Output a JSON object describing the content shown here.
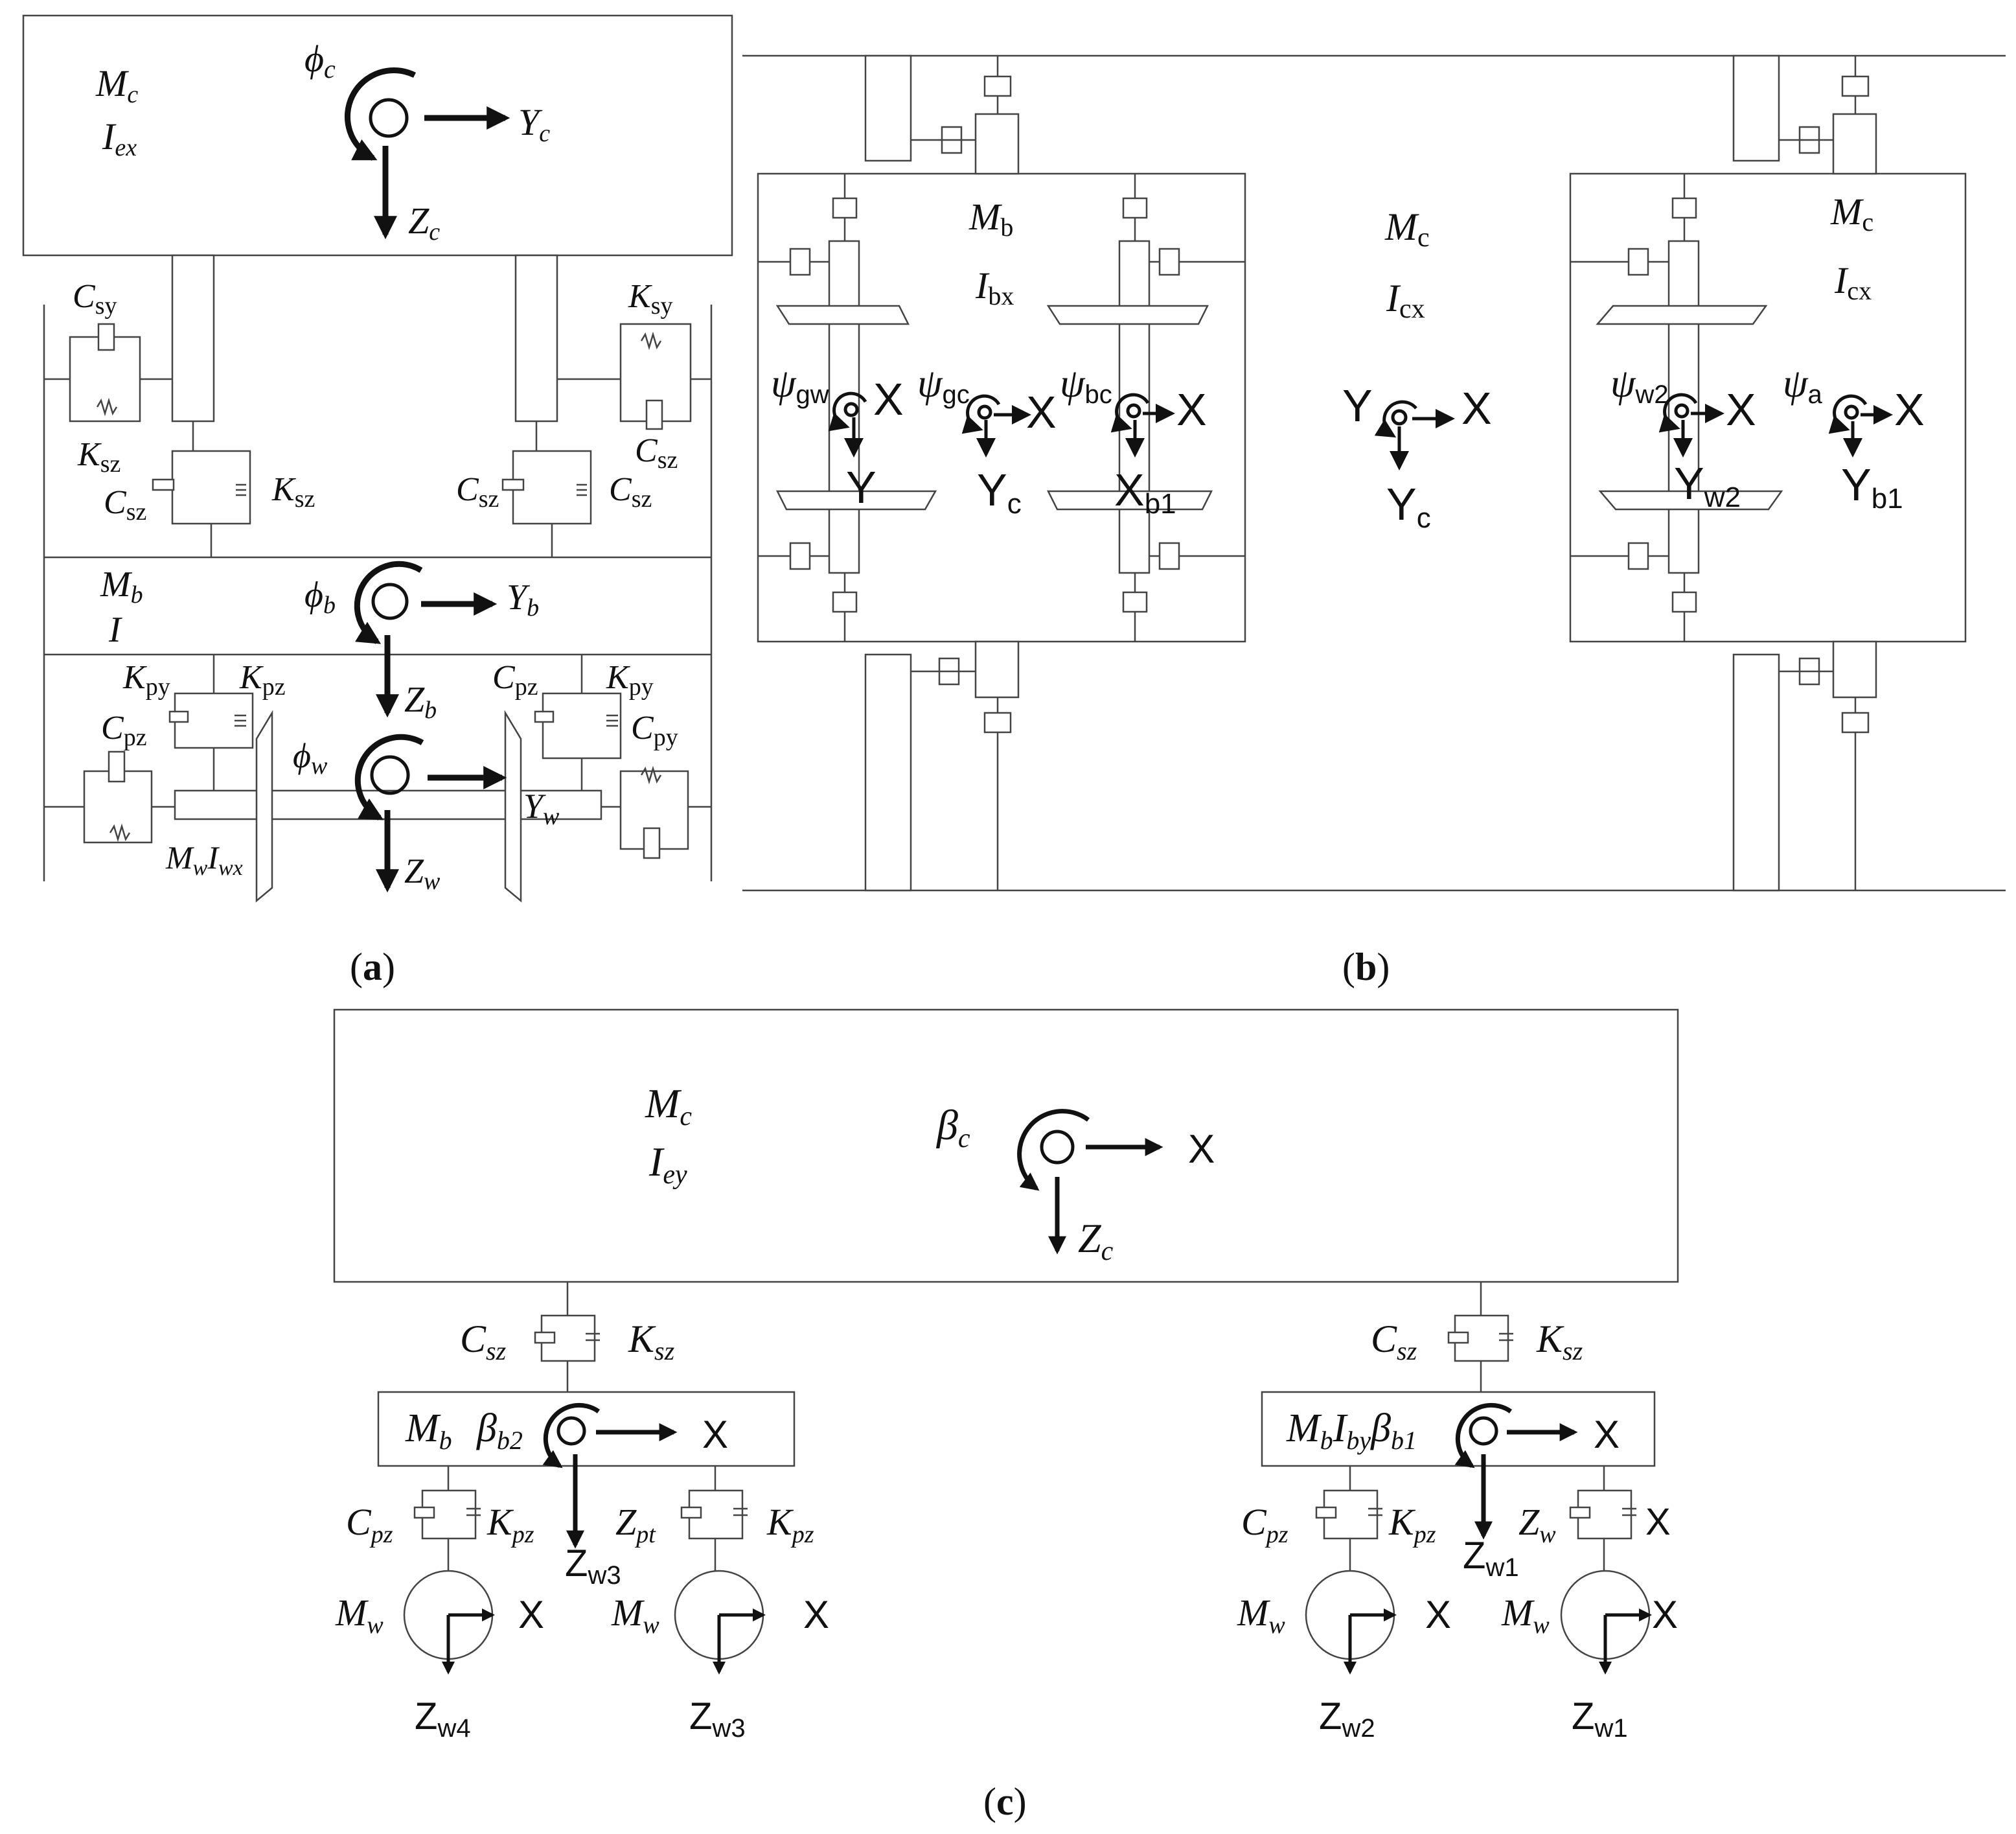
{
  "panel_a": {
    "caption_paren_open": "(",
    "caption_letter": "a",
    "caption_paren_close": ")",
    "car": {
      "mass_main": "M",
      "mass_sub": "c",
      "inertia_main": "I",
      "inertia_sub": "ex",
      "phi_main": "ϕ",
      "phi_sub": "c",
      "y_main": "Y",
      "y_sub": "c",
      "z_main": "Z",
      "z_sub": "c"
    },
    "secondary": {
      "c_sy": {
        "main": "C",
        "sub": "sy"
      },
      "k_sy": {
        "main": "K",
        "sub": "sy"
      },
      "k_sz_left_top": {
        "main": "K",
        "sub": "sz"
      },
      "c_sz_right_top": {
        "main": "C",
        "sub": "sz"
      },
      "c_sz_left": {
        "main": "C",
        "sub": "sz"
      },
      "k_sz_left": {
        "main": "K",
        "sub": "sz"
      },
      "c_sz_right_a": {
        "main": "C",
        "sub": "sz"
      },
      "c_sz_right_b": {
        "main": "C",
        "sub": "sz"
      }
    },
    "bogie": {
      "mass_main": "M",
      "mass_sub": "b",
      "inertia": "I",
      "phi_main": "ϕ",
      "phi_sub": "b",
      "y_main": "Y",
      "y_sub": "b",
      "z_main": "Z",
      "z_sub": "b"
    },
    "primary": {
      "k_py_left": {
        "main": "K",
        "sub": "py"
      },
      "k_pz_left": {
        "main": "K",
        "sub": "pz"
      },
      "c_pz_left": {
        "main": "C",
        "sub": "pz"
      },
      "c_pz_right": {
        "main": "C",
        "sub": "pz"
      },
      "k_py_right": {
        "main": "K",
        "sub": "py"
      },
      "c_py_right": {
        "main": "C",
        "sub": "py"
      }
    },
    "wheelset": {
      "label_m": "M",
      "label_m_sub": "w",
      "label_i": "I",
      "label_i_sub": "wx",
      "phi_main": "ϕ",
      "phi_sub": "w",
      "y_main": "Y",
      "y_sub": "w",
      "z_main": "Z",
      "z_sub": "w"
    }
  },
  "panel_b": {
    "caption_paren_open": "(",
    "caption_letter": "b",
    "caption_paren_close": ")",
    "left_bogie": {
      "mass_main": "M",
      "mass_sub": "b",
      "inertia_main": "I",
      "inertia_sub": "bx"
    },
    "car": {
      "mass_main": "M",
      "mass_sub": "c",
      "inertia_main": "I",
      "inertia_sub": "cx",
      "y_left": "Y",
      "x": "X",
      "y_bottom_main": "Y",
      "y_bottom_sub": "c"
    },
    "right_bogie": {
      "mass_main": "M",
      "mass_sub": "c",
      "inertia_main": "I",
      "inertia_sub": "cx"
    },
    "frames": [
      {
        "psi_main": "ψ",
        "psi_sub": "gw",
        "x": "X",
        "y_main": "Y",
        "y_sub": ""
      },
      {
        "psi_main": "ψ",
        "psi_sub": "gc",
        "x": "X",
        "y_main": "Y",
        "y_sub": "c"
      },
      {
        "psi_main": "ψ",
        "psi_sub": "bc",
        "x": "X",
        "y_main": "X",
        "y_sub": "b1"
      },
      {
        "psi_main": "ψ",
        "psi_sub": "w2",
        "x": "X",
        "y_main": "Y",
        "y_sub": "w2"
      },
      {
        "psi_main": "ψ",
        "psi_sub": "a",
        "x": "X",
        "y_main": "Y",
        "y_sub": "b1"
      }
    ]
  },
  "panel_c": {
    "caption_paren_open": "(",
    "caption_letter": "c",
    "caption_paren_close": ")",
    "car": {
      "mass_main": "M",
      "mass_sub": "c",
      "inertia_main": "I",
      "inertia_sub": "ey",
      "beta_main": "β",
      "beta_sub": "c",
      "x": "X",
      "z_main": "Z",
      "z_sub": "c"
    },
    "left_secondary": {
      "c_main": "C",
      "c_sub": "sz",
      "k_main": "K",
      "k_sub": "sz"
    },
    "right_secondary": {
      "c_main": "C",
      "c_sub": "sz",
      "k_main": "K",
      "k_sub": "sz"
    },
    "left_bogie": {
      "mass_main": "M",
      "mass_sub": "b",
      "beta_main": "β",
      "beta_sub": "b2",
      "x": "X",
      "z_main": "Z",
      "z_sub": "w3"
    },
    "right_bogie": {
      "mass_main": "M",
      "mass_sub": "b",
      "inertia_main": "I",
      "inertia_sub": "by",
      "beta_main": "β",
      "beta_sub": "b1",
      "x": "X",
      "z_main": "Z",
      "z_sub": "w1"
    },
    "left_primary": {
      "c1_main": "C",
      "c1_sub": "pz",
      "k1_main": "K",
      "k1_sub": "pz",
      "c2_main": "Z",
      "c2_sub": "pt",
      "k2_main": "K",
      "k2_sub": "pz"
    },
    "right_primary": {
      "c1_main": "C",
      "c1_sub": "pz",
      "k1_main": "K",
      "k1_sub": "pz",
      "c2_main": "Z",
      "c2_sub": "w",
      "k2_main": "X",
      "k2_sub": ""
    },
    "wheels": [
      {
        "mass_main": "M",
        "mass_sub": "w",
        "x": "X",
        "z_main": "Z",
        "z_sub": "w4"
      },
      {
        "mass_main": "M",
        "mass_sub": "w",
        "x": "X",
        "z_main": "Z",
        "z_sub": "w3"
      },
      {
        "mass_main": "M",
        "mass_sub": "w",
        "x": "X",
        "z_main": "Z",
        "z_sub": "w2"
      },
      {
        "mass_main": "M",
        "mass_sub": "w",
        "x": "X",
        "z_main": "Z",
        "z_sub": "w1"
      }
    ]
  }
}
